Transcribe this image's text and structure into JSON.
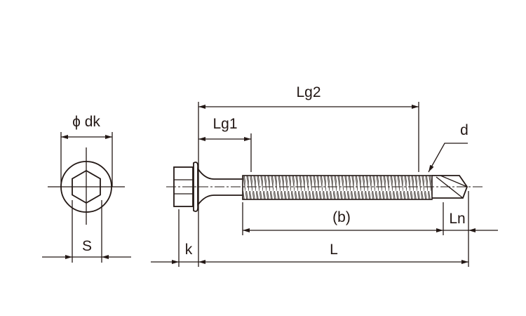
{
  "drawing": {
    "title": "Self-drilling hex flange screw dimension drawing",
    "labels": {
      "head_diameter": "ϕ dk",
      "width_across_flats": "S",
      "head_height": "k",
      "length": "L",
      "thread_length": "(b)",
      "drill_point_length": "Ln",
      "grip_length_1": "Lg1",
      "grip_length_2": "Lg2",
      "diameter": "d"
    },
    "line_color": "#231815"
  }
}
